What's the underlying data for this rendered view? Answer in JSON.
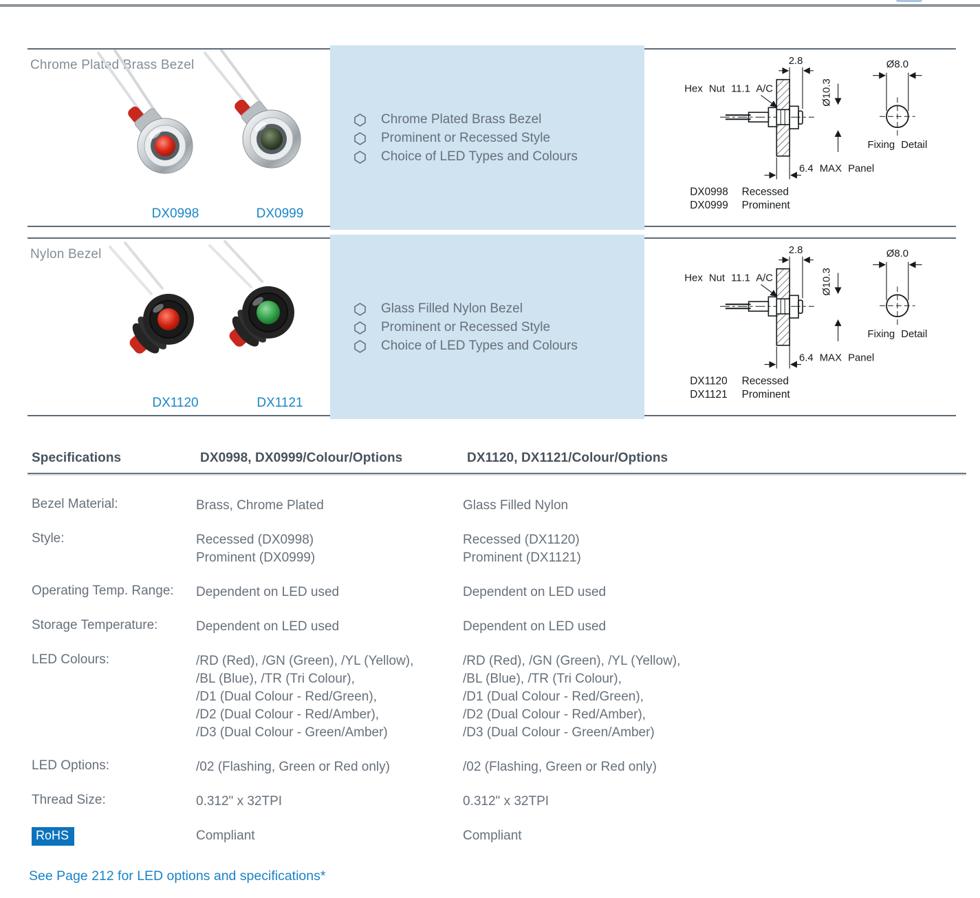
{
  "page": {
    "footer_link": "See Page 212 for LED options and specifications*"
  },
  "colors": {
    "accent_blue": "#1b86c9",
    "panel_blue": "#cfe3f1",
    "rohs_badge_bg": "#0d73bc",
    "rule_gray": "#5f6a74",
    "text_gray": "#67707a"
  },
  "sections": [
    {
      "title": "Chrome Plated Brass Bezel",
      "products": [
        {
          "code": "DX0998"
        },
        {
          "code": "DX0999"
        }
      ],
      "features": [
        "Chrome Plated Brass Bezel",
        "Prominent or Recessed Style",
        "Choice of LED Types and Colours"
      ],
      "drawing": {
        "dim_protrusion": "2.8",
        "dim_bezel_diameter": "Ø10.3",
        "hex_nut": "Hex Nut 11.1 A/C",
        "panel_note": "6.4 MAX Panel",
        "hole_diameter": "Ø8.0",
        "fixing_label": "Fixing Detail",
        "variants": [
          {
            "code": "DX0998",
            "style": "Recessed"
          },
          {
            "code": "DX0999",
            "style": "Prominent"
          }
        ]
      }
    },
    {
      "title": "Nylon Bezel",
      "products": [
        {
          "code": "DX1120"
        },
        {
          "code": "DX1121"
        }
      ],
      "features": [
        "Glass Filled Nylon Bezel",
        "Prominent or Recessed Style",
        "Choice of LED Types and Colours"
      ],
      "drawing": {
        "dim_protrusion": "2.8",
        "dim_bezel_diameter": "Ø10.3",
        "hex_nut": "Hex Nut 11.1 A/C",
        "panel_note": "6.4 MAX Panel",
        "hole_diameter": "Ø8.0",
        "fixing_label": "Fixing Detail",
        "variants": [
          {
            "code": "DX1120",
            "style": "Recessed"
          },
          {
            "code": "DX1121",
            "style": "Prominent"
          }
        ]
      }
    }
  ],
  "spec_table": {
    "headers": [
      "Specifications",
      "DX0998, DX0999/Colour/Options",
      "DX1120, DX1121/Colour/Options"
    ],
    "rows": [
      {
        "label": "Bezel Material:",
        "col1": "Brass, Chrome Plated",
        "col2": "Glass Filled Nylon"
      },
      {
        "label": "Style:",
        "col1": "Recessed (DX0998)\nProminent (DX0999)",
        "col2": "Recessed (DX1120)\nProminent (DX1121)"
      },
      {
        "label": "Operating Temp. Range:",
        "col1": "Dependent on LED used",
        "col2": "Dependent on LED used"
      },
      {
        "label": "Storage Temperature:",
        "col1": "Dependent on LED used",
        "col2": "Dependent on LED used"
      },
      {
        "label": "LED Colours:",
        "col1": "/RD (Red), /GN (Green), /YL (Yellow),\n/BL (Blue), /TR (Tri Colour),\n/D1 (Dual Colour - Red/Green),\n/D2 (Dual Colour - Red/Amber),\n/D3 (Dual Colour - Green/Amber)",
        "col2": "/RD (Red), /GN (Green), /YL (Yellow),\n/BL (Blue), /TR (Tri Colour),\n/D1 (Dual Colour - Red/Green),\n/D2 (Dual Colour - Red/Amber),\n/D3 (Dual Colour - Green/Amber)"
      },
      {
        "label": "LED Options:",
        "col1": "/02 (Flashing, Green or Red only)",
        "col2": "/02 (Flashing, Green or Red only)"
      },
      {
        "label": "Thread Size:",
        "col1": "0.312\" x 32TPI",
        "col2": "0.312\" x 32TPI"
      },
      {
        "label": "RoHS",
        "col1": "Compliant",
        "col2": "Compliant"
      }
    ]
  }
}
